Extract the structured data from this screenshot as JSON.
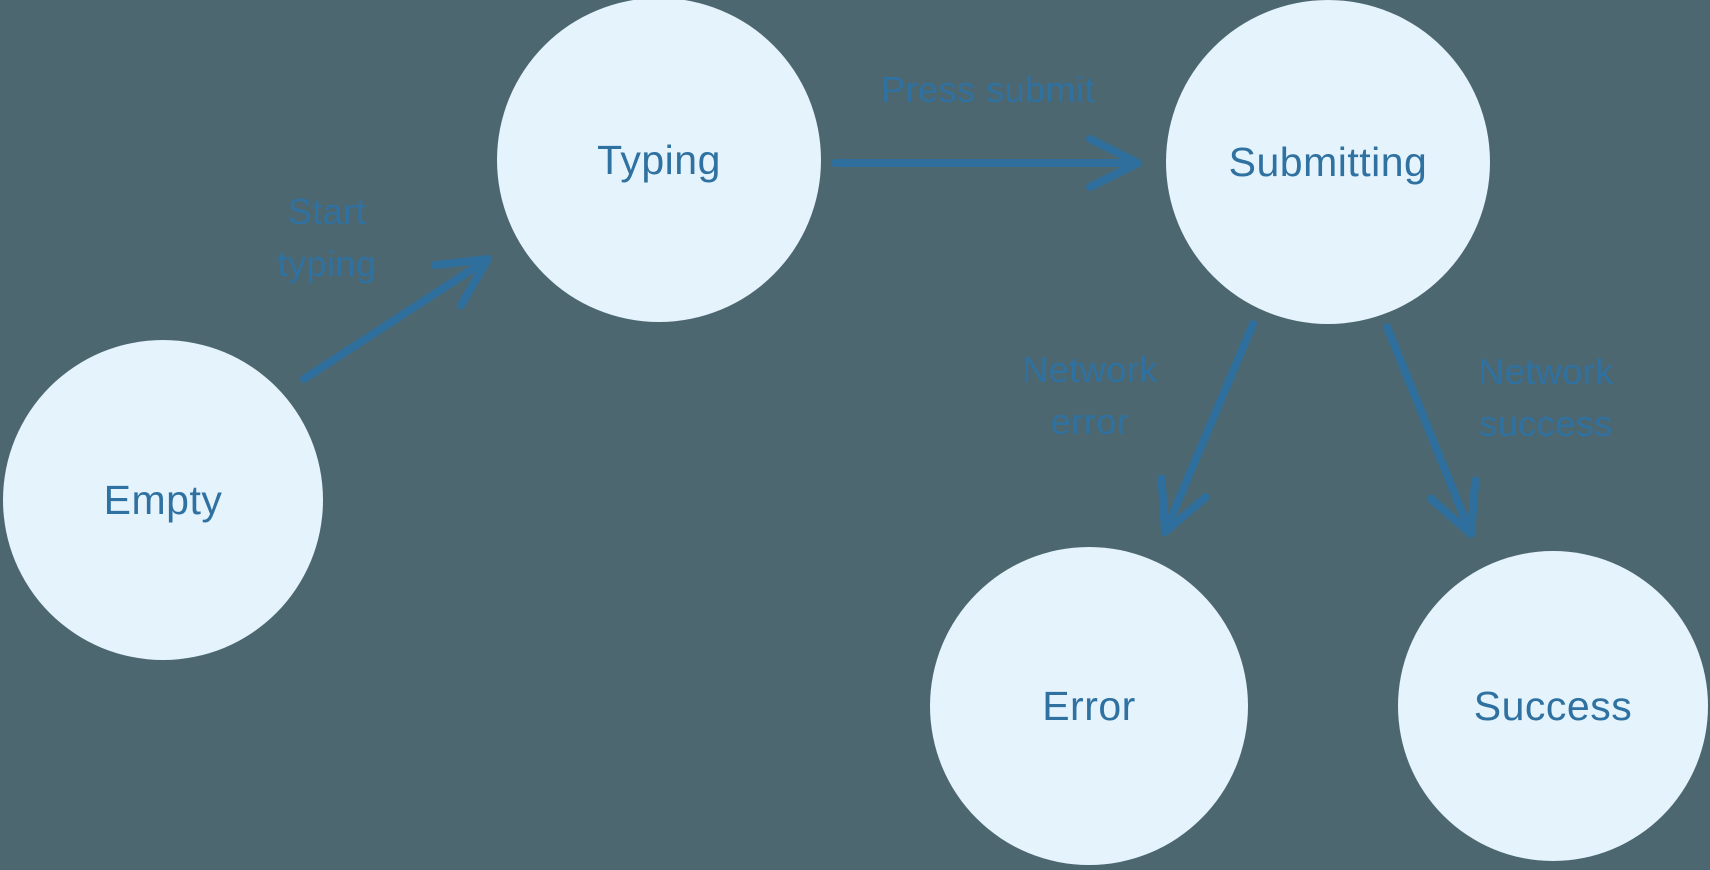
{
  "diagram": {
    "type": "state-machine",
    "colors": {
      "background": "#4C6770",
      "node_fill": "#E4F3FC",
      "node_text": "#2F71A1",
      "edge": "#2E6F9E"
    },
    "nodes": [
      {
        "id": "empty",
        "label": "Empty"
      },
      {
        "id": "typing",
        "label": "Typing"
      },
      {
        "id": "submitting",
        "label": "Submitting"
      },
      {
        "id": "error",
        "label": "Error"
      },
      {
        "id": "success",
        "label": "Success"
      }
    ],
    "edges": [
      {
        "from": "empty",
        "to": "typing",
        "label": "Start typing",
        "label_lines": [
          "Start",
          "typing"
        ]
      },
      {
        "from": "typing",
        "to": "submitting",
        "label": "Press submit",
        "label_lines": [
          "Press submit"
        ]
      },
      {
        "from": "submitting",
        "to": "error",
        "label": "Network error",
        "label_lines": [
          "Network",
          "error"
        ]
      },
      {
        "from": "submitting",
        "to": "success",
        "label": "Network success",
        "label_lines": [
          "Network",
          "success"
        ]
      }
    ]
  }
}
